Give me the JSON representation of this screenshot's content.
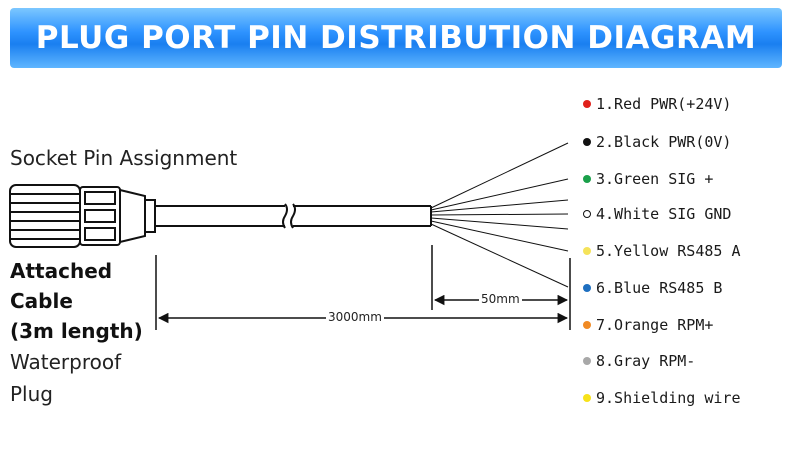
{
  "title": "PLUG PORT PIN DISTRIBUTION DIAGRAM",
  "socket_label": "Socket Pin Assignment",
  "cable_info": {
    "line1": "Attached",
    "line2": "Cable",
    "line3": "(3m length)",
    "line4": "Waterproof",
    "line5": "Plug"
  },
  "dimensions": {
    "total": "3000mm",
    "strip": "50mm"
  },
  "pins": [
    {
      "label": "1.Red PWR(+24V)",
      "color": "#e0201a",
      "hollow": false
    },
    {
      "label": "2.Black PWR(0V)",
      "color": "#111111",
      "hollow": false
    },
    {
      "label": "3.Green SIG +",
      "color": "#1aa04a",
      "hollow": false
    },
    {
      "label": "4.White SIG GND",
      "color": "#ffffff",
      "hollow": true
    },
    {
      "label": "5.Yellow RS485 A",
      "color": "#f5e35a",
      "hollow": false
    },
    {
      "label": "6.Blue RS485 B",
      "color": "#1e6fc0",
      "hollow": false
    },
    {
      "label": "7.Orange RPM+",
      "color": "#f08a24",
      "hollow": false
    },
    {
      "label": "8.Gray RPM-",
      "color": "#a8a8a8",
      "hollow": false
    },
    {
      "label": "9.Shielding wire",
      "color": "#f7e21a",
      "hollow": false
    }
  ]
}
